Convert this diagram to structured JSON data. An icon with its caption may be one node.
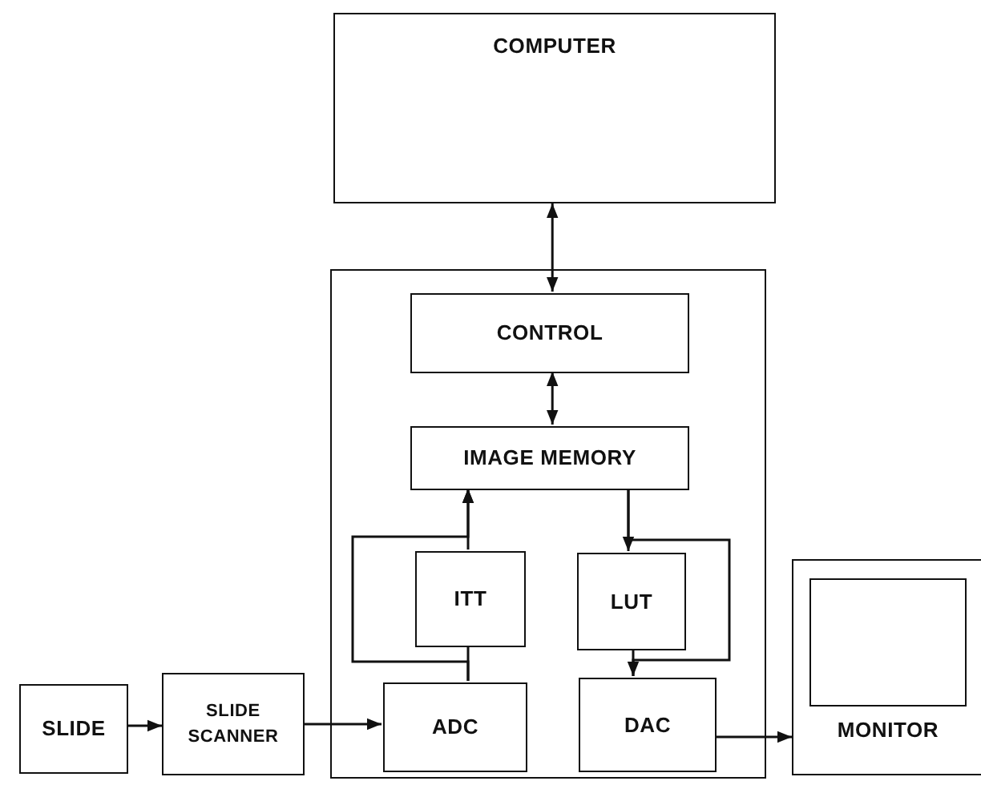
{
  "diagram": {
    "nodes": [
      {
        "text": [
          "COMPUTER"
        ]
      },
      {
        "text": [],
        "shape": "box"
      },
      {
        "text": [
          "CONTROL"
        ],
        "in": 1
      },
      {
        "text": [
          "IMAGE MEMORY"
        ],
        "in": 1
      },
      {
        "text": [
          "ITT"
        ],
        "in": 1
      },
      {
        "text": [
          "LUT"
        ],
        "in": 1
      },
      {
        "text": [
          "ADC"
        ],
        "in": 1
      },
      {
        "text": [
          "DAC"
        ],
        "in": 1
      },
      {
        "text": [
          "SLIDE"
        ]
      },
      {
        "text": [
          "SLIDE SCANNER"
        ]
      },
      {
        "text": [
          "MONITOR"
        ]
      },
      {
        "text": [],
        "shape": "box",
        "in": 10
      }
    ],
    "edges": [
      {
        "from": 0,
        "to": 2,
        "arrow": "both"
      },
      {
        "from": 2,
        "to": 3,
        "arrow": "both"
      },
      {
        "from": 6,
        "to": 4,
        "arrow": "none"
      },
      {
        "from": 4,
        "to": 3,
        "arrow": "to"
      },
      {
        "from": 6,
        "to": 3,
        "arrow": "to"
      },
      {
        "from": 3,
        "to": 5,
        "arrow": "to"
      },
      {
        "from": 3,
        "to": 7,
        "arrow": "to"
      },
      {
        "from": 5,
        "to": 7,
        "arrow": "none"
      },
      {
        "from": 8,
        "to": 9,
        "arrow": "to"
      },
      {
        "from": 9,
        "to": 6,
        "arrow": "to"
      },
      {
        "from": 7,
        "to": 10,
        "arrow": "to"
      }
    ]
  }
}
